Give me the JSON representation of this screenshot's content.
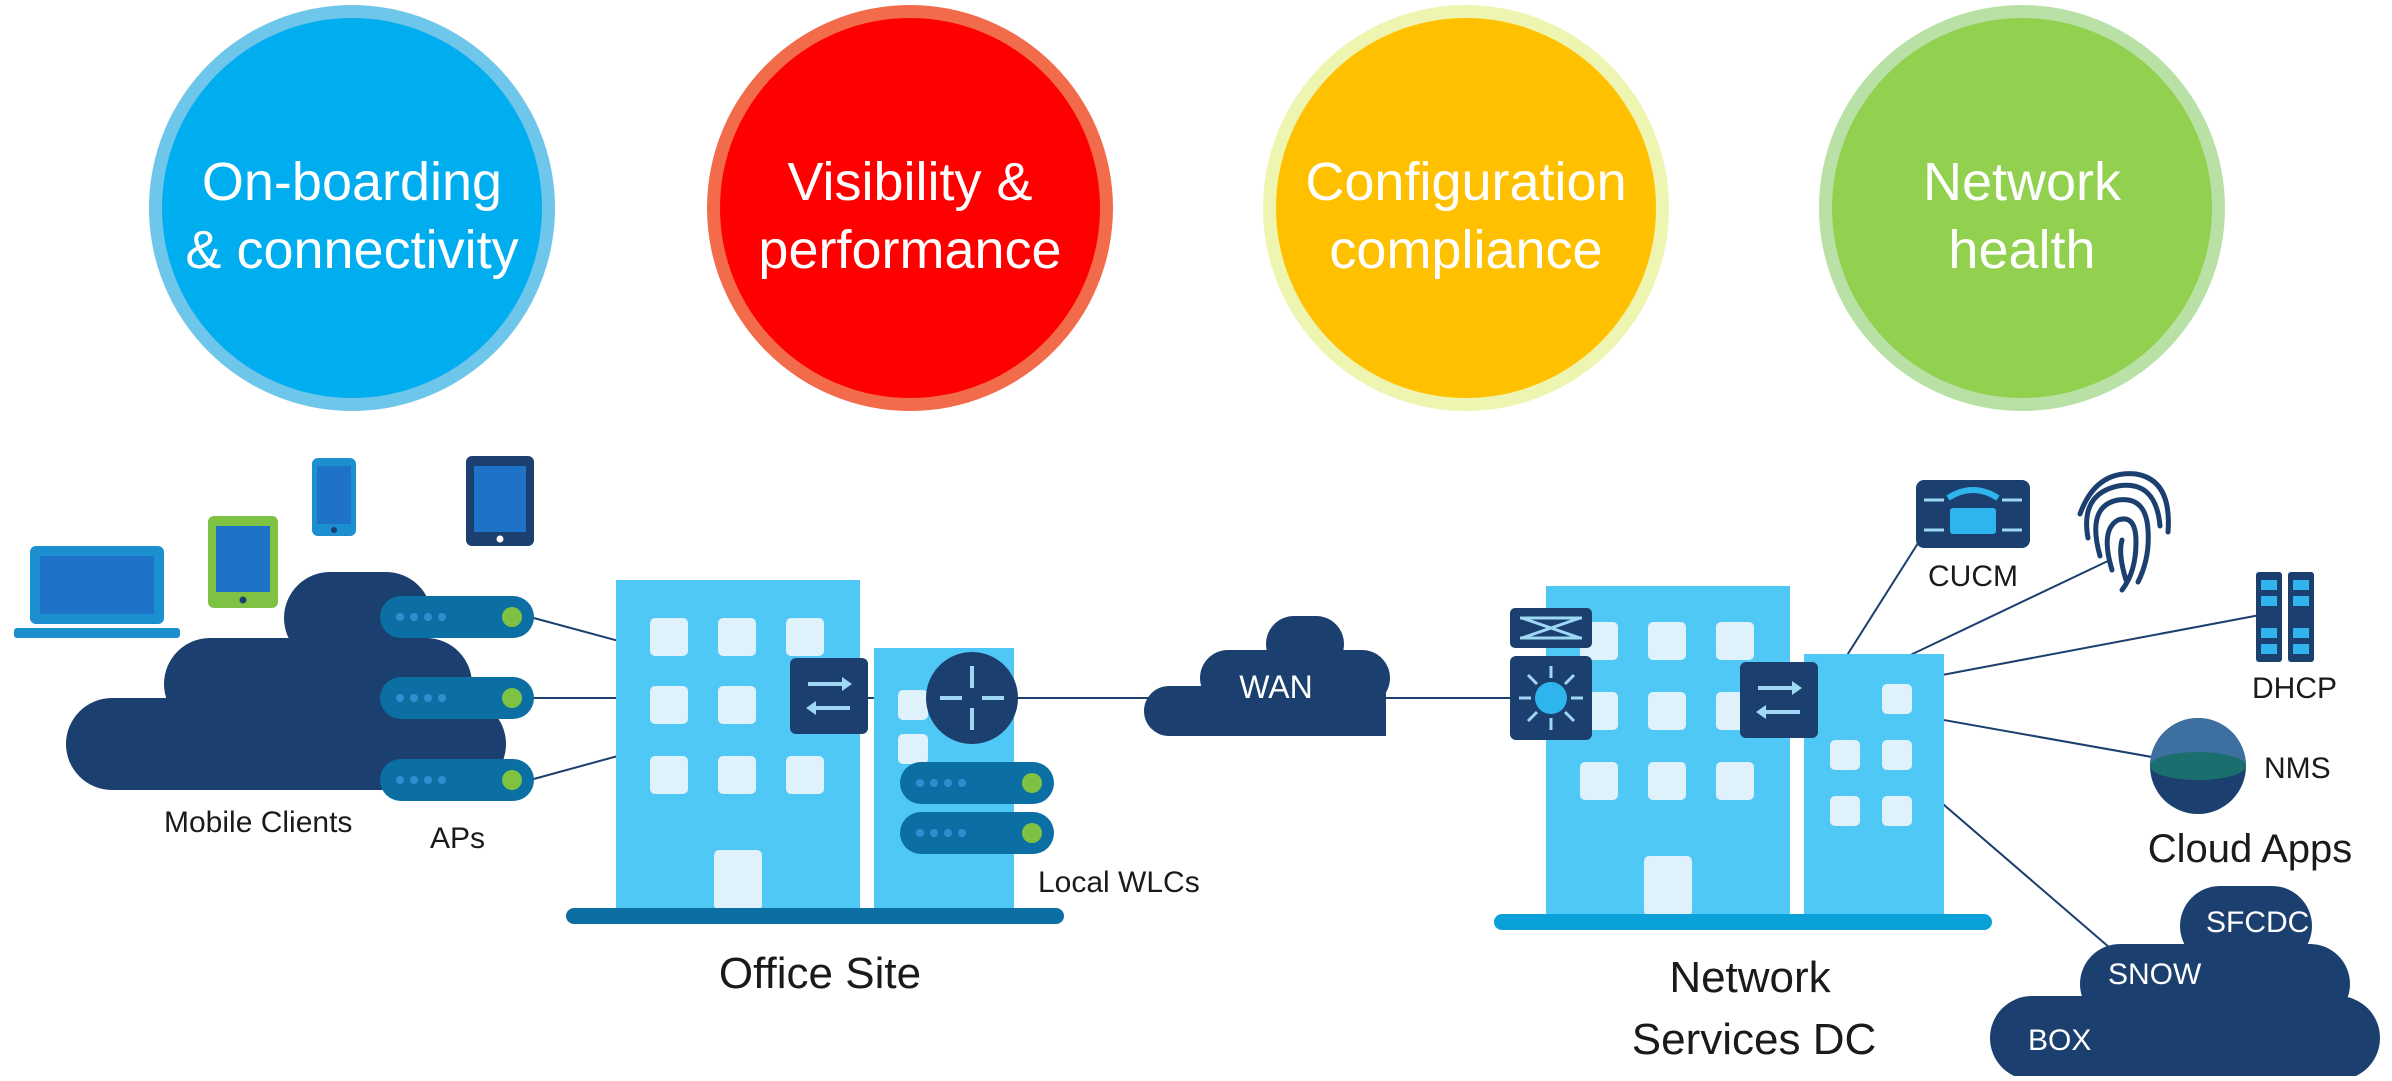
{
  "colors": {
    "navy": "#1b3f6e",
    "light_blue": "#4fc8f5",
    "window": "#dff2fb",
    "cyan_accent": "#0aa0d8",
    "led_green": "#7dc242",
    "port_blue": "#2d8fd0"
  },
  "circles": [
    {
      "line1": "On-boarding",
      "line2": "& connectivity",
      "fill": "#00aeef",
      "ring": "#6ec6ea"
    },
    {
      "line1": "Visibility &",
      "line2": "performance",
      "fill": "#ff0000",
      "ring": "#f26b4a"
    },
    {
      "line1": "Configuration",
      "line2": "compliance",
      "fill": "#ffc000",
      "ring": "#eef5b0"
    },
    {
      "line1": "Network",
      "line2": "health",
      "fill": "#92d050",
      "ring": "#b9e0a5"
    }
  ],
  "labels": {
    "mobile_clients": "Mobile Clients",
    "aps": "APs",
    "office_site": "Office Site",
    "local_wlcs": "Local WLCs",
    "wan": "WAN",
    "dc_line1": "Network",
    "dc_line2": "Services DC",
    "cucm": "CUCM",
    "dhcp": "DHCP",
    "nms": "NMS",
    "cloud_apps": "Cloud Apps",
    "sfcdc": "SFCDC",
    "snow": "SNOW",
    "box": "BOX"
  },
  "icons": [
    "laptop-icon",
    "tablet-icon",
    "phone-icon",
    "ipad-icon",
    "access-point-icon",
    "switch-icon",
    "router-icon",
    "wlc-icon",
    "cloud-icon",
    "ip-phone-icon",
    "fingerprint-icon",
    "server-icon",
    "globe-icon"
  ]
}
